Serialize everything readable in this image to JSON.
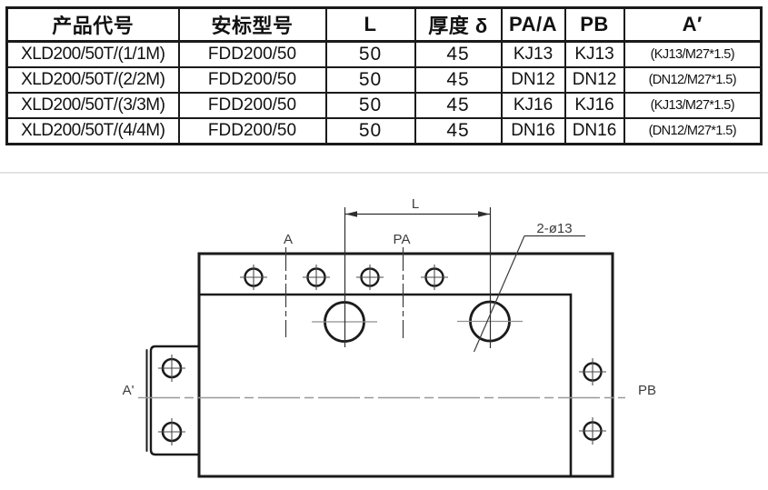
{
  "table": {
    "headers": [
      "产品代号",
      "安标型号",
      "L",
      "厚度 δ",
      "PA/A",
      "PB",
      "A′"
    ],
    "rows": [
      [
        "XLD200/50T/(1/1M)",
        "FDD200/50",
        "50",
        "45",
        "KJ13",
        "KJ13",
        "(KJ13/M27*1.5)"
      ],
      [
        "XLD200/50T/(2/2M)",
        "FDD200/50",
        "50",
        "45",
        "DN12",
        "DN12",
        "(DN12/M27*1.5)"
      ],
      [
        "XLD200/50T/(3/3M)",
        "FDD200/50",
        "50",
        "45",
        "KJ16",
        "KJ16",
        "(KJ13/M27*1.5)"
      ],
      [
        "XLD200/50T/(4/4M)",
        "FDD200/50",
        "50",
        "45",
        "DN16",
        "DN16",
        "(DN12/M27*1.5)"
      ]
    ]
  },
  "drawing": {
    "dim_length_label": "L",
    "axis_a_label": "A",
    "port_pa_label": "PA",
    "section_a_prime_label": "A'",
    "port_pb_label": "PB",
    "hole_callout": "2-ø13"
  },
  "colors": {
    "line": "#1b1b1b",
    "thin_line": "#2e2e2e",
    "centerline": "#989898",
    "label_text": "#3c3c3c",
    "background": "#ffffff"
  }
}
